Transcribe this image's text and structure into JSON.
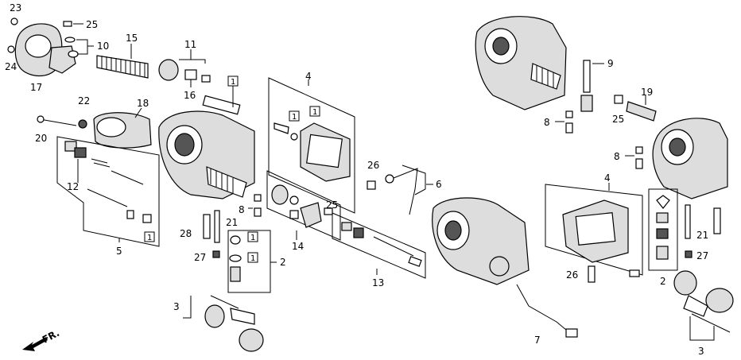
{
  "callouts": {
    "c1": "1",
    "c2": "2",
    "c3": "3",
    "c4": "4",
    "c5": "5",
    "c6": "6",
    "c7": "7",
    "c8": "8",
    "c9": "9",
    "c10": "10",
    "c11": "11",
    "c12": "12",
    "c13": "13",
    "c14": "14",
    "c15": "15",
    "c16": "16",
    "c17": "17",
    "c18": "18",
    "c19": "19",
    "c20": "20",
    "c21": "21",
    "c22": "22",
    "c23": "23",
    "c24": "24",
    "c25": "25",
    "c26": "26",
    "c27": "27",
    "c28": "28"
  },
  "direction_label": "FR."
}
